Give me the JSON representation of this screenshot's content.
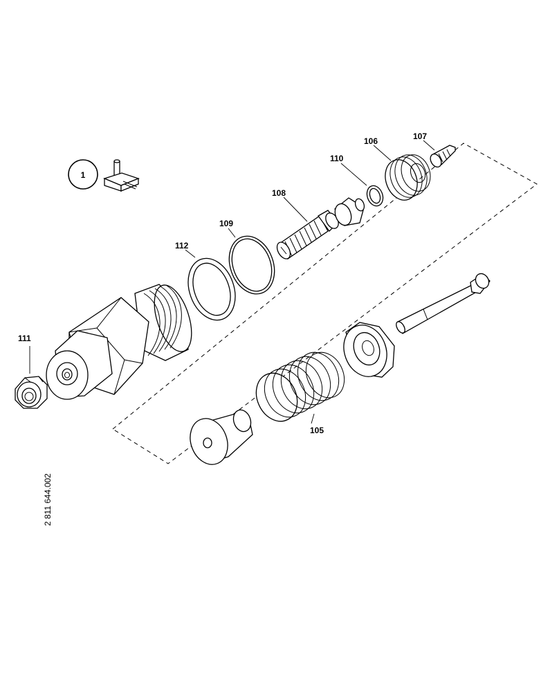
{
  "diagram": {
    "drawing_number": "2 811 644.002",
    "ref_circle_label": "1",
    "callouts": [
      {
        "id": "105",
        "text": "105"
      },
      {
        "id": "106",
        "text": "106"
      },
      {
        "id": "107",
        "text": "107"
      },
      {
        "id": "108",
        "text": "108"
      },
      {
        "id": "109",
        "text": "109"
      },
      {
        "id": "110",
        "text": "110"
      },
      {
        "id": "111",
        "text": "111"
      },
      {
        "id": "112",
        "text": "112"
      }
    ]
  }
}
